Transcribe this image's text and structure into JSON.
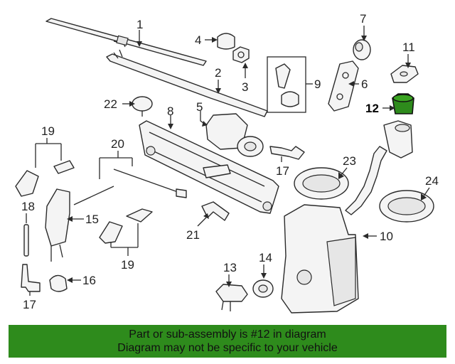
{
  "callouts": {
    "c1": "1",
    "c2": "2",
    "c3": "3",
    "c4": "4",
    "c5": "5",
    "c6": "6",
    "c7": "7",
    "c8": "8",
    "c9": "9",
    "c10": "10",
    "c11": "11",
    "c12": "12",
    "c13": "13",
    "c14": "14",
    "c15": "15",
    "c16": "16",
    "c17a": "17",
    "c17b": "17",
    "c18": "18",
    "c19a": "19",
    "c19b": "19",
    "c20": "20",
    "c21": "21",
    "c22": "22",
    "c23": "23",
    "c24": "24"
  },
  "highlight": {
    "part_number": "12",
    "color": "#2e8b1c"
  },
  "banner": {
    "line1": "Part or sub-assembly is #12 in diagram",
    "line2": "Diagram may not be specific to your vehicle",
    "color": "#2e8b1c"
  }
}
